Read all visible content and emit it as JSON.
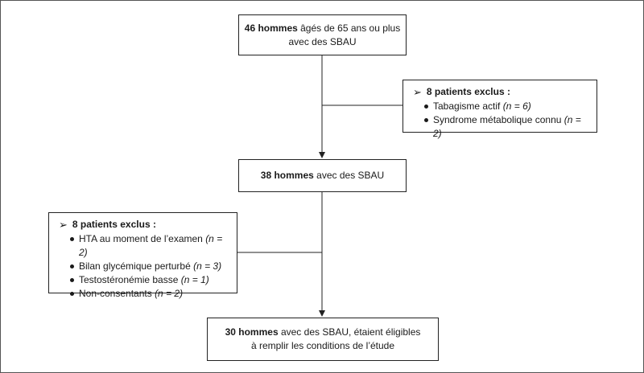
{
  "box1": {
    "bold": "46 hommes",
    "rest": " âgés de 65 ans ou plus",
    "line2": "avec des SBAU"
  },
  "exclusion1": {
    "title": "8 patients exclus :",
    "items": [
      {
        "label": "Tabagisme actif ",
        "n": "(n = 6)"
      },
      {
        "label": "Syndrome métabolique connu ",
        "n": "(n = 2)"
      }
    ]
  },
  "box2": {
    "bold": "38 hommes",
    "rest": " avec des SBAU"
  },
  "exclusion2": {
    "title": "8 patients exclus :",
    "items": [
      {
        "label": "HTA au moment de l’examen ",
        "n": "(n = 2)"
      },
      {
        "label": "Bilan glycémique perturbé ",
        "n": "(n = 3)"
      },
      {
        "label": "Testostéronémie basse ",
        "n": "(n = 1)"
      },
      {
        "label": "Non-consentants ",
        "n": "(n = 2)"
      }
    ]
  },
  "box3": {
    "bold": "30 hommes",
    "rest": " avec des SBAU, étaient éligibles",
    "line2": "à remplir les conditions de l’étude"
  },
  "icons": {
    "bullet": "filled-circle",
    "exclusion_marker": "arrowhead"
  }
}
